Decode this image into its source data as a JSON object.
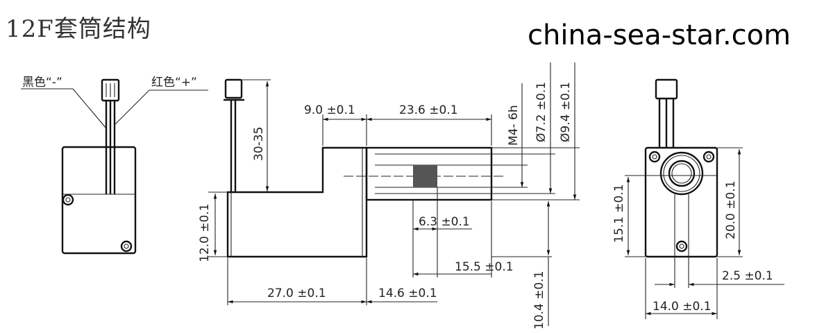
{
  "title": "12F套筒结构",
  "labels": {
    "black_wire": "黑色“-”",
    "red_wire": "红色“+”"
  },
  "dimensions": {
    "lead_length": "30-35",
    "step_width": "9.0 ±0.1",
    "sleeve_length": "23.6 ±0.1",
    "thread": "M4- 6h",
    "inner_diameter": "Ø7.2 ±0.1",
    "outer_diameter": "Ø9.4 ±0.1",
    "body_height": "12.0 ±0.1",
    "thread_length": "6.3 ±0.1",
    "shaft_offset": "15.5 ±0.1",
    "body_length": "27.0 ±0.1",
    "front_offset": "14.6 ±0.1",
    "axis_height": "10.4 ±0.1",
    "end_axis_height": "15.1 ±0.1",
    "end_height": "20.0 ±0.1",
    "slot_width": "2.5 ±0.1",
    "end_width": "14.0 ±0.1"
  },
  "watermark": "china-sea-star.com"
}
